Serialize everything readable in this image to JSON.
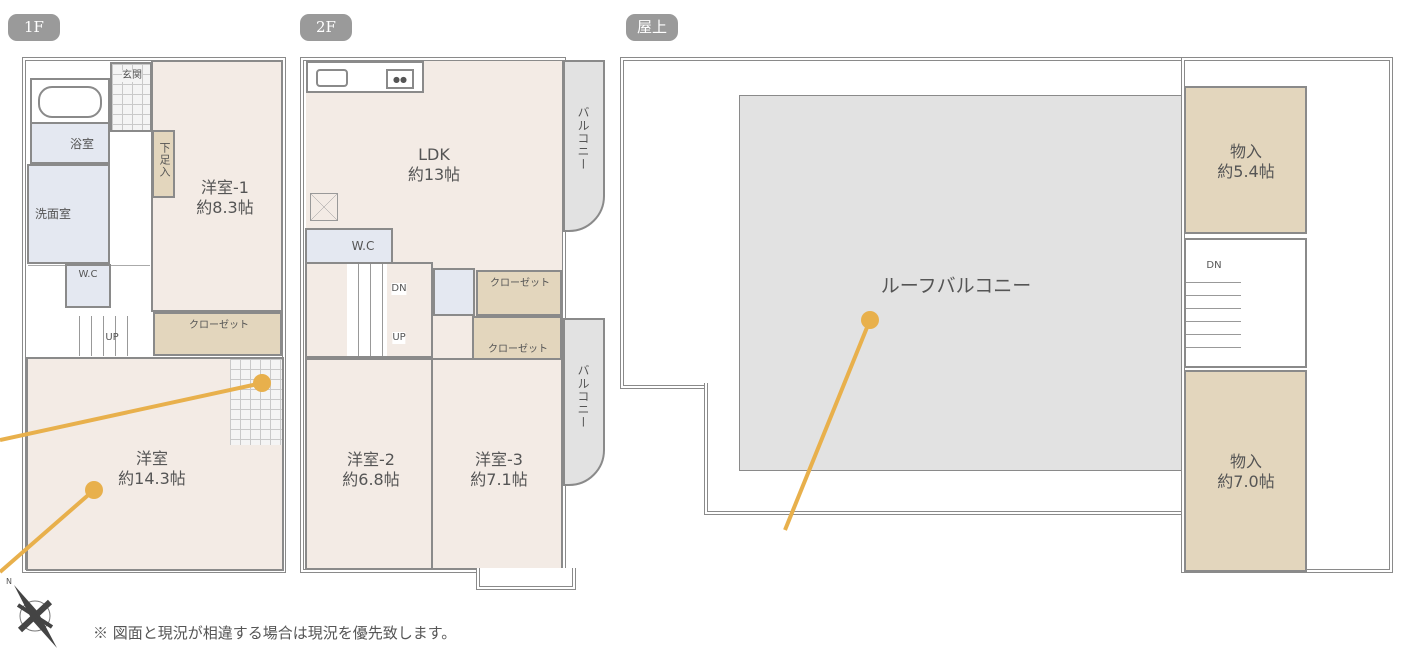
{
  "floors": {
    "f1": {
      "badge": "1F",
      "rooms": {
        "entrance": "玄関",
        "bath": "浴室",
        "washroom": "洗面室",
        "shoe": "下足入",
        "western1_name": "洋室-1",
        "western1_size": "約8.3帖",
        "wc": "W.C",
        "up": "UP",
        "closet": "クローゼット",
        "western_name": "洋室",
        "western_size": "約14.3帖"
      }
    },
    "f2": {
      "badge": "2F",
      "rooms": {
        "ldk_name": "LDK",
        "ldk_size": "約13帖",
        "wc": "W.C",
        "dn": "DN",
        "up": "UP",
        "closet1": "クローゼット",
        "closet2": "クローゼット",
        "balcony1": "バルコニー",
        "balcony2": "バルコニー",
        "western2_name": "洋室-2",
        "western2_size": "約6.8帖",
        "western3_name": "洋室-3",
        "western3_size": "約7.1帖"
      }
    },
    "roof": {
      "badge": "屋上",
      "rooms": {
        "roof_balcony": "ルーフバルコニー",
        "storage1_name": "物入",
        "storage1_size": "約5.4帖",
        "storage2_name": "物入",
        "storage2_size": "約7.0帖",
        "dn": "DN"
      }
    }
  },
  "compass": {
    "north": "N"
  },
  "note": "※ 図面と現況が相違する場合は現況を優先致します。",
  "colors": {
    "accent": "#e8b04c",
    "room": "#f3ebe5",
    "wet": "#e4e8f1",
    "storage": "#e3d6bd",
    "balcony": "#e2e2e2"
  }
}
